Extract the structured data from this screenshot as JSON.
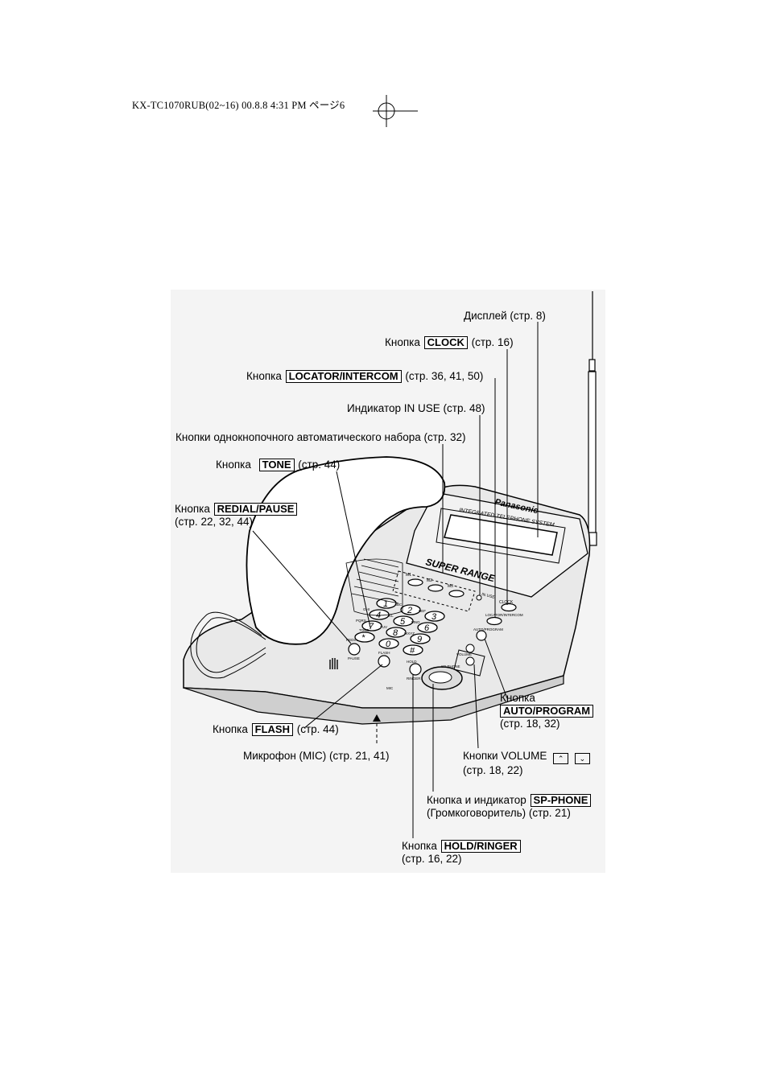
{
  "header": {
    "meta": "KX-TC1070RUB(02~16)  00.8.8  4:31 PM   ページ6"
  },
  "labels": {
    "display": "Дисплей (стр. 8)",
    "clock_prefix": "Кнопка",
    "clock_key": "CLOCK",
    "clock_ref": "(стр. 16)",
    "locator_prefix": "Кнопка",
    "locator_key": "LOCATOR/INTERCOM",
    "locator_ref": "(стр. 36, 41, 50)",
    "inuse": "Индикатор IN USE (стр. 48)",
    "onetouch": "Кнопки однокнопочного автоматического набора (стр. 32)",
    "tone_prefix": "Кнопка",
    "tone_key": "TONE",
    "tone_ref": "(стр. 44)",
    "redial_prefix": "Кнопка",
    "redial_key": "REDIAL/PAUSE",
    "redial_ref": "(стр. 22, 32, 44)",
    "flash_prefix": "Кнопка",
    "flash_key": "FLASH",
    "flash_ref": "(стр. 44)",
    "mic": "Микрофон (MIC) (стр. 21, 41)",
    "auto_prefix": "Кнопка",
    "auto_key": "AUTO/PROGRAM",
    "auto_ref": "(стр. 18, 32)",
    "volume_prefix": "Кнопки VOLUME",
    "volume_ref": "(стр. 18, 22)",
    "sp_prefix": "Кнопка и индикатор",
    "sp_key": "SP-PHONE",
    "sp_ref": "(Громкоговоритель) (стр. 21)",
    "hold_prefix": "Кнопка",
    "hold_key": "HOLD/RINGER",
    "hold_ref": "(стр. 16, 22)"
  },
  "device": {
    "brand": "Panasonic",
    "panel_title": "INTEGRATED TELEPHONE SYSTEM",
    "series": "SUPER RANGE",
    "keys": [
      "1",
      "2",
      "3",
      "4",
      "5",
      "6",
      "7",
      "8",
      "9",
      "*",
      "0",
      "#"
    ],
    "key_letters": [
      "",
      "ABC",
      "DEF",
      "GHI",
      "JKL",
      "MNO",
      "PQRS",
      "TUV",
      "WXYZ",
      "",
      "",
      ""
    ],
    "memory_labels": [
      "M1",
      "M2",
      "M3"
    ],
    "small_labels": {
      "tone": "TONE",
      "redial": "REDIAL",
      "pause": "PAUSE",
      "flash": "FLASH",
      "hold": "HOLD",
      "ringer": "RINGER",
      "mic": "MIC",
      "clock": "CLOCK",
      "locator": "LOCATOR/INTERCOM",
      "auto": "AUTO/PROGRAM",
      "volume": "VOLUME",
      "inuse": "IN USE",
      "sp": "SP-PHONE"
    }
  }
}
